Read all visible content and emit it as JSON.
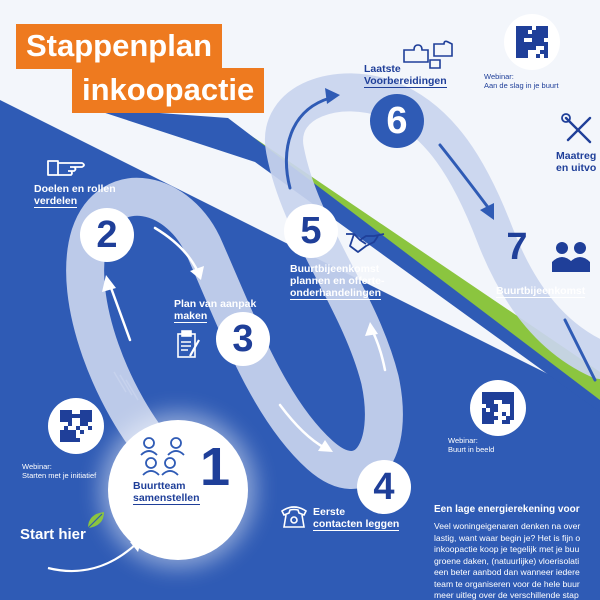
{
  "title": {
    "line1": "Stappenplan",
    "line2": "inkoopactie"
  },
  "colors": {
    "orange": "#ee7a1f",
    "blue_dark": "#2f5bb5",
    "blue_text": "#1f3f99",
    "green": "#8bc53f",
    "road": "#c9d4ee",
    "bg_light": "#f3f6fb"
  },
  "steps": [
    {
      "number": "1",
      "label": "Buurtteam samenstellen",
      "icon": "group-icon"
    },
    {
      "number": "2",
      "label": "Doelen en rollen verdelen",
      "icon": "pointing-hand-icon"
    },
    {
      "number": "3",
      "label": "Plan van aanpak maken",
      "icon": "clipboard-icon"
    },
    {
      "number": "4",
      "label": "Eerste contacten leggen",
      "icon": "telephone-icon"
    },
    {
      "number": "5",
      "label": "Buurtbijeenkomst plannen en offerte-onderhandelingen",
      "icon": "handshake-icon"
    },
    {
      "number": "6",
      "label": "Laatste Voorbereidingen",
      "icon": "puzzle-icon"
    },
    {
      "number": "7",
      "label": "Buurtbijeenkomst",
      "icon": "people-icon"
    },
    {
      "number": "",
      "label": "Maatreg en uitvo",
      "icon": "tools-icon"
    }
  ],
  "labels": {
    "s1_a": "Buurtteam",
    "s1_b": "samenstellen",
    "s2_a": "Doelen en rollen",
    "s2_b": "verdelen",
    "s3_a": "Plan van aanpak",
    "s3_b": "maken",
    "s4_a": "Eerste",
    "s4_b": "contacten leggen",
    "s5_a": "Buurtbijeenkomst",
    "s5_b": "plannen en offerte-",
    "s5_c": "onderhandelingen",
    "s6_a": "Laatste",
    "s6_b": "Voorbereidingen",
    "s7_a": "Buurtbijeenkomst",
    "s8_a": "Maatreg",
    "s8_b": "en uitvo"
  },
  "start": {
    "label": "Start hier"
  },
  "webinars": [
    {
      "title": "Webinar:",
      "subtitle": "Starten met je initiatief"
    },
    {
      "title": "Webinar:",
      "subtitle": "Buurt in beeld"
    },
    {
      "title": "Webinar:",
      "subtitle": "Aan de slag in je buurt"
    }
  ],
  "info": {
    "heading": "Een lage energierekening voor",
    "lines": [
      "Veel woningeigenaren denken na over",
      "lastig, want waar begin je? Het is fijn o",
      "inkoopactie koop je tegelijk met je buu",
      "groene daken, (natuurlijke) vloerisolati",
      "een beter aanbod dan wanneer iedere",
      "team te organiseren voor de hele buur",
      "meer uitleg over de verschillende stap"
    ]
  }
}
